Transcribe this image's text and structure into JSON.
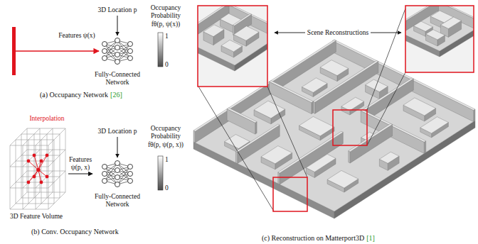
{
  "diagram": {
    "nodes": [
      {
        "text": [
          "Fully-Connected Network"
        ]
      },
      {
        "text": [
          "Occupancy Probability",
          "fθ(p, ψ(x))",
          "1",
          "0"
        ]
      },
      {
        "text": [
          "3D Feature Volume"
        ]
      },
      {
        "text": [
          "Fully-Connected Network"
        ]
      },
      {
        "text": [
          "Occupancy Probability",
          "fθ(p, ψ(p, x))",
          "1",
          "0"
        ]
      }
    ],
    "edges": [
      {
        "from": 2,
        "to": 3,
        "label": "Features ψ(p, x)",
        "arrow": "to"
      }
    ],
    "labels": [
      "Features ψ(x)",
      "3D Location p",
      "(a) Occupancy Network",
      "[26]",
      "Interpolation",
      "3D Location p",
      "(b) Conv. Occupancy Network",
      "Scene Reconstructions",
      "(c) Reconstruction on Matterport3D",
      "[1]"
    ]
  }
}
